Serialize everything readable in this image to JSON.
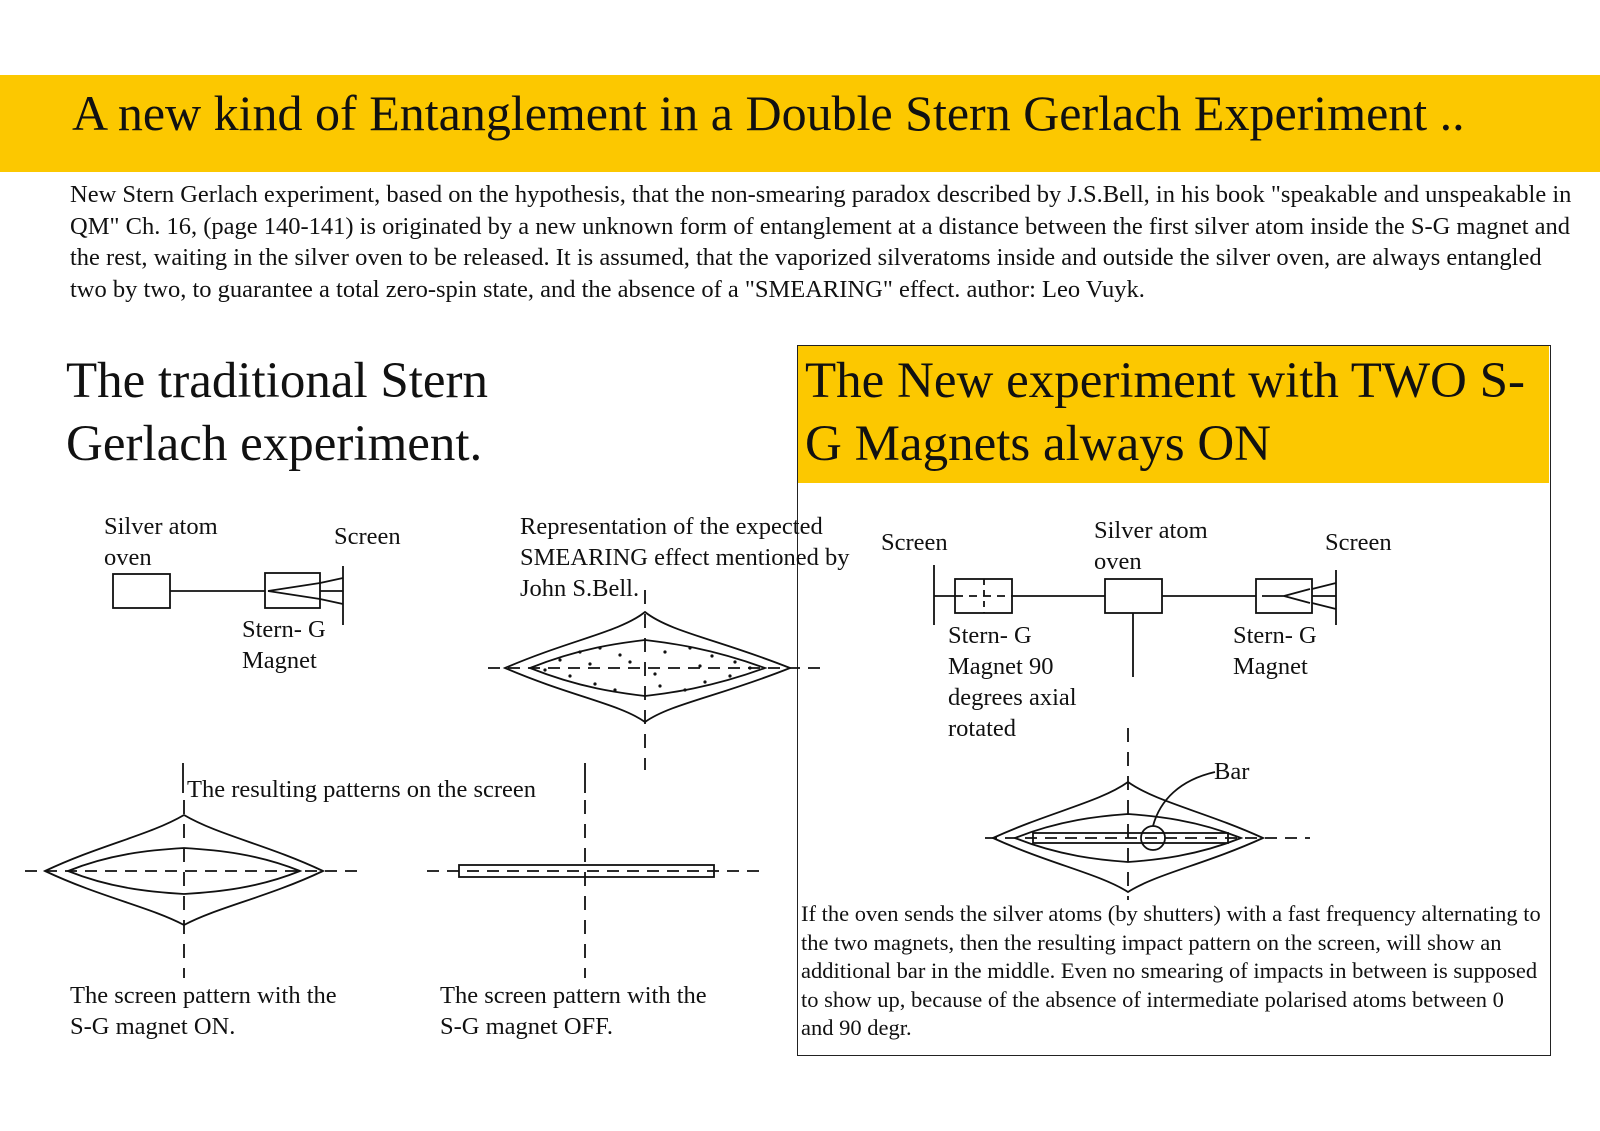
{
  "title": "A new kind of Entanglement in a Double Stern Gerlach Experiment  ..",
  "intro": "New Stern Gerlach experiment, based on the hypothesis, that the non-smearing paradox described by J.S.Bell, in his book \"speakable and unspeakable in QM\" Ch. 16, (page 140-141) is originated by  a new unknown form of entanglement at a distance  between the first silver atom inside the S-G magnet and the rest, waiting in the silver oven to be released. It is assumed, that the vaporized silveratoms inside and outside the silver oven, are always entangled two by two, to guarantee a total zero-spin state, and the absence of a \"SMEARING\" effect. author:  Leo Vuyk.",
  "traditional": {
    "title": "The traditional Stern Gerlach experiment.",
    "oven_label": "Silver atom oven",
    "screen_label": "Screen",
    "magnet_label": "Stern- G Magnet",
    "smearing_caption": "Representation of the expected SMEARING effect mentioned by John S.Bell.",
    "patterns_caption": "The resulting patterns on the screen",
    "on_caption": "The screen pattern with the S-G magnet ON.",
    "off_caption": "The screen pattern with the S-G magnet OFF."
  },
  "new_experiment": {
    "title": "The New experiment with TWO S-G Magnets always ON",
    "left_screen_label": "Screen",
    "oven_label": "Silver atom oven",
    "right_screen_label": "Screen",
    "left_magnet_label": "Stern- G Magnet 90 degrees axial rotated",
    "right_magnet_label": "Stern- G Magnet",
    "bar_label": "Bar",
    "note": "If the oven sends the silver atoms (by shutters) with a fast frequency alternating to the two magnets, then the resulting impact pattern on the screen, will show an additional bar in the middle. Even no smearing of impacts in between is supposed to show up, because of the absence of intermediate polarised atoms  between 0 and 90 degr."
  },
  "colors": {
    "accent": "#fcc800",
    "ink": "#111111"
  }
}
